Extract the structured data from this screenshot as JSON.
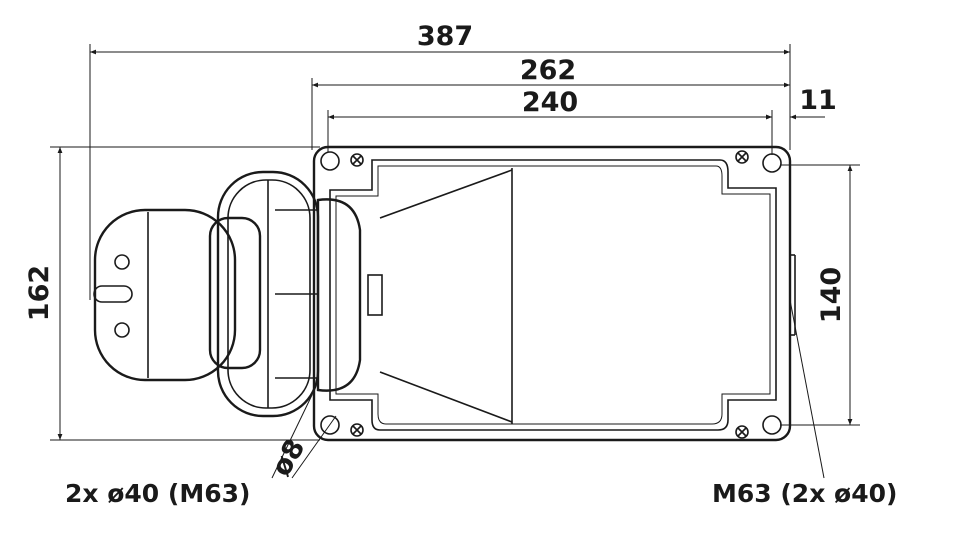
{
  "dimensions": {
    "overall_length": "387",
    "housing_length": "262",
    "mounting_hole_spacing_x": "240",
    "hole_offset": "11",
    "overall_height": "162",
    "mounting_hole_spacing_y": "140",
    "hole_diameter": "ø8"
  },
  "labels": {
    "left_entry": "2x ø40 (M63)",
    "right_entry": "M63 (2x ø40)"
  }
}
